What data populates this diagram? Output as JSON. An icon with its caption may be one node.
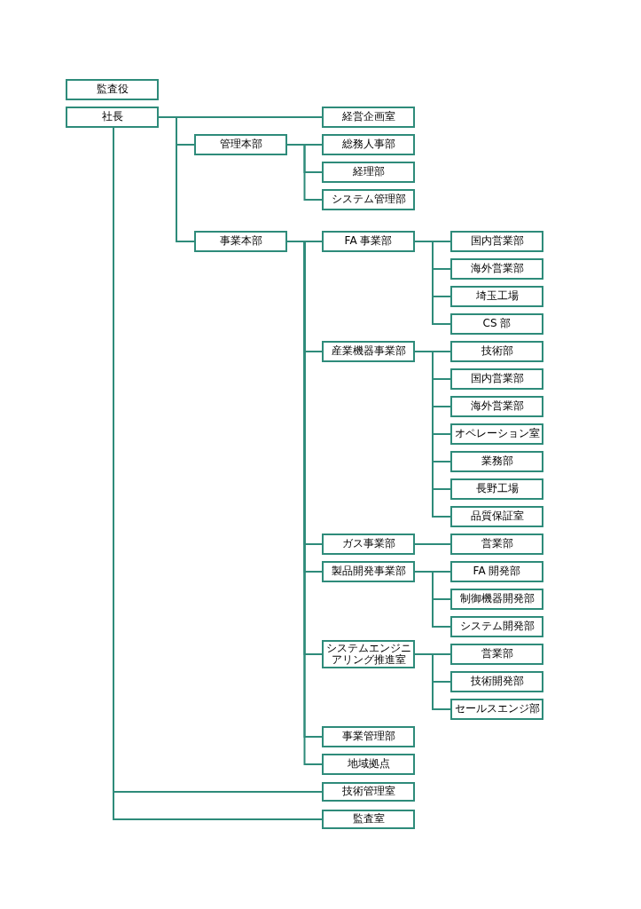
{
  "diagram": {
    "nodes": [
      {
        "text": [
          "監査役"
        ]
      },
      {
        "text": [
          "社長"
        ]
      },
      {
        "text": [
          "経営企画室"
        ]
      },
      {
        "text": [
          "管理本部"
        ]
      },
      {
        "text": [
          "総務人事部"
        ]
      },
      {
        "text": [
          "経理部"
        ]
      },
      {
        "text": [
          "システム管理部"
        ]
      },
      {
        "text": [
          "事業本部"
        ]
      },
      {
        "text": [
          "FA 事業部"
        ]
      },
      {
        "text": [
          "国内営業部"
        ]
      },
      {
        "text": [
          "海外営業部"
        ]
      },
      {
        "text": [
          "埼玉工場"
        ]
      },
      {
        "text": [
          "CS 部"
        ]
      },
      {
        "text": [
          "産業機器事業部"
        ]
      },
      {
        "text": [
          "技術部"
        ]
      },
      {
        "text": [
          "国内営業部"
        ]
      },
      {
        "text": [
          "海外営業部"
        ]
      },
      {
        "text": [
          "オペレーション室"
        ]
      },
      {
        "text": [
          "業務部"
        ]
      },
      {
        "text": [
          "長野工場"
        ]
      },
      {
        "text": [
          "品質保証室"
        ]
      },
      {
        "text": [
          "ガス事業部"
        ]
      },
      {
        "text": [
          "営業部"
        ]
      },
      {
        "text": [
          "製品開発事業部"
        ]
      },
      {
        "text": [
          "FA 開発部"
        ]
      },
      {
        "text": [
          "制御機器開発部"
        ]
      },
      {
        "text": [
          "システム開発部"
        ]
      },
      {
        "text": [
          "システムエンジニアリング推進室"
        ]
      },
      {
        "text": [
          "営業部"
        ]
      },
      {
        "text": [
          "技術開発部"
        ]
      },
      {
        "text": [
          "セールスエンジ部"
        ]
      },
      {
        "text": [
          "事業管理部"
        ]
      },
      {
        "text": [
          "地域拠点"
        ]
      },
      {
        "text": [
          "技術管理室"
        ]
      },
      {
        "text": [
          "監査室"
        ]
      }
    ],
    "edges": [
      {
        "from": 1,
        "to": 2,
        "arrow": "none"
      },
      {
        "from": 1,
        "to": 3,
        "arrow": "none"
      },
      {
        "from": 3,
        "to": 4,
        "arrow": "none"
      },
      {
        "from": 3,
        "to": 5,
        "arrow": "none"
      },
      {
        "from": 3,
        "to": 6,
        "arrow": "none"
      },
      {
        "from": 1,
        "to": 7,
        "arrow": "none"
      },
      {
        "from": 7,
        "to": 8,
        "arrow": "none"
      },
      {
        "from": 8,
        "to": 9,
        "arrow": "none"
      },
      {
        "from": 8,
        "to": 10,
        "arrow": "none"
      },
      {
        "from": 8,
        "to": 11,
        "arrow": "none"
      },
      {
        "from": 8,
        "to": 12,
        "arrow": "none"
      },
      {
        "from": 7,
        "to": 13,
        "arrow": "none"
      },
      {
        "from": 13,
        "to": 14,
        "arrow": "none"
      },
      {
        "from": 13,
        "to": 15,
        "arrow": "none"
      },
      {
        "from": 13,
        "to": 16,
        "arrow": "none"
      },
      {
        "from": 13,
        "to": 17,
        "arrow": "none"
      },
      {
        "from": 13,
        "to": 18,
        "arrow": "none"
      },
      {
        "from": 13,
        "to": 19,
        "arrow": "none"
      },
      {
        "from": 13,
        "to": 20,
        "arrow": "none"
      },
      {
        "from": 7,
        "to": 21,
        "arrow": "none"
      },
      {
        "from": 21,
        "to": 22,
        "arrow": "none"
      },
      {
        "from": 7,
        "to": 23,
        "arrow": "none"
      },
      {
        "from": 23,
        "to": 24,
        "arrow": "none"
      },
      {
        "from": 23,
        "to": 25,
        "arrow": "none"
      },
      {
        "from": 23,
        "to": 26,
        "arrow": "none"
      },
      {
        "from": 7,
        "to": 27,
        "arrow": "none"
      },
      {
        "from": 27,
        "to": 28,
        "arrow": "none"
      },
      {
        "from": 27,
        "to": 29,
        "arrow": "none"
      },
      {
        "from": 27,
        "to": 30,
        "arrow": "none"
      },
      {
        "from": 7,
        "to": 31,
        "arrow": "none"
      },
      {
        "from": 7,
        "to": 32,
        "arrow": "none"
      },
      {
        "from": 1,
        "to": 33,
        "arrow": "none"
      },
      {
        "from": 1,
        "to": 34,
        "arrow": "none"
      }
    ]
  }
}
